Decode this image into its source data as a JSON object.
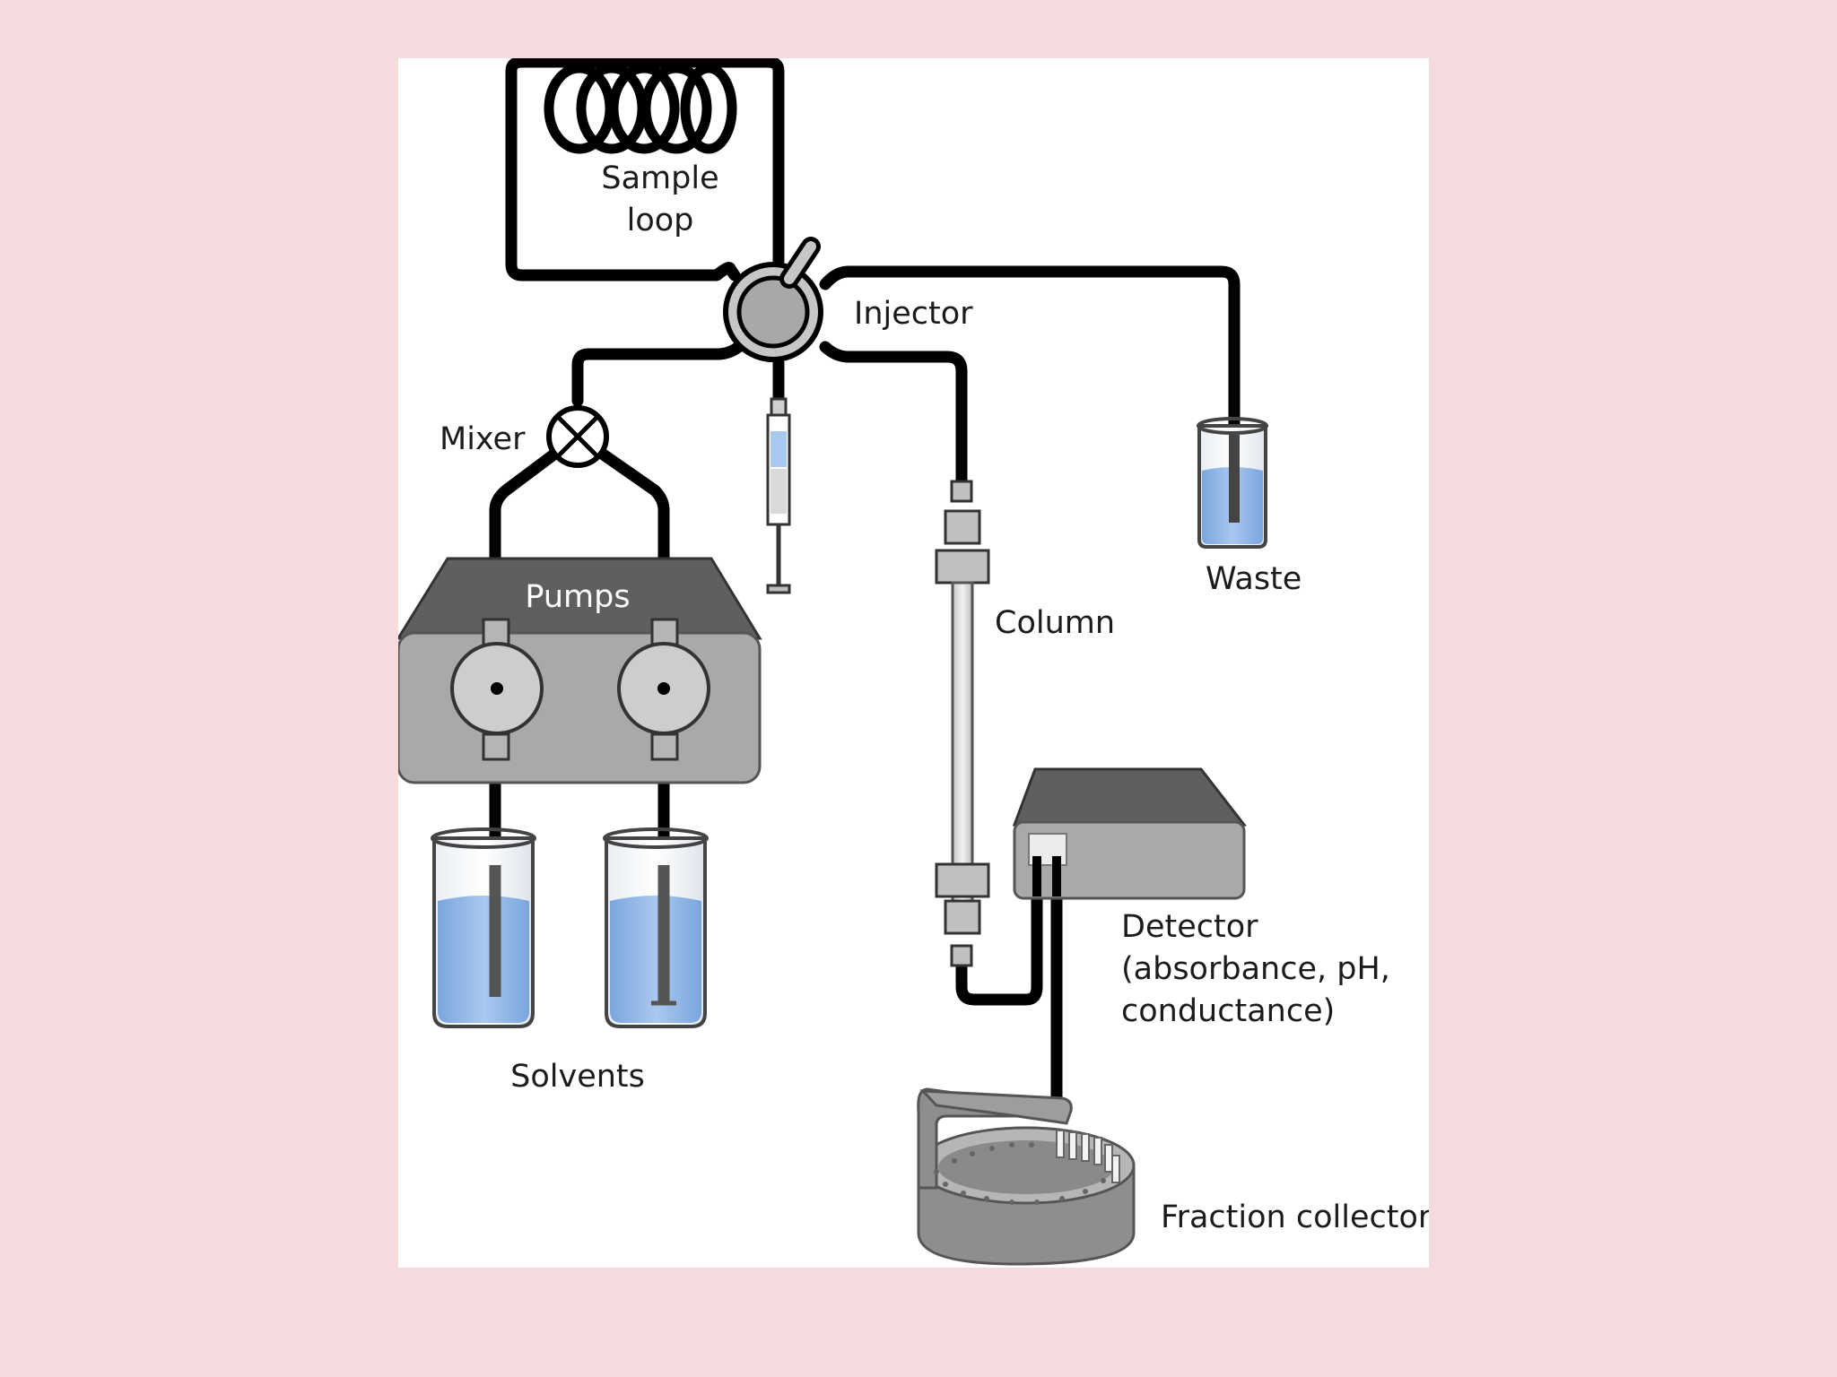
{
  "diagram": {
    "labels": {
      "sample_loop_1": "Sample",
      "sample_loop_2": "loop",
      "injector": "Injector",
      "mixer": "Mixer",
      "pumps": "Pumps",
      "waste": "Waste",
      "column": "Column",
      "detector_1": "Detector",
      "detector_2": "(absorbance, pH,",
      "detector_3": "conductance)",
      "solvents": "Solvents",
      "fraction_collector": "Fraction collector"
    },
    "colors": {
      "background": "#f5dbde",
      "panel": "#ffffff",
      "tubing": "#000000",
      "liquid": "#8fb6e6",
      "device_gray": "#a9a9a9",
      "device_dark": "#5e5e5e"
    }
  }
}
